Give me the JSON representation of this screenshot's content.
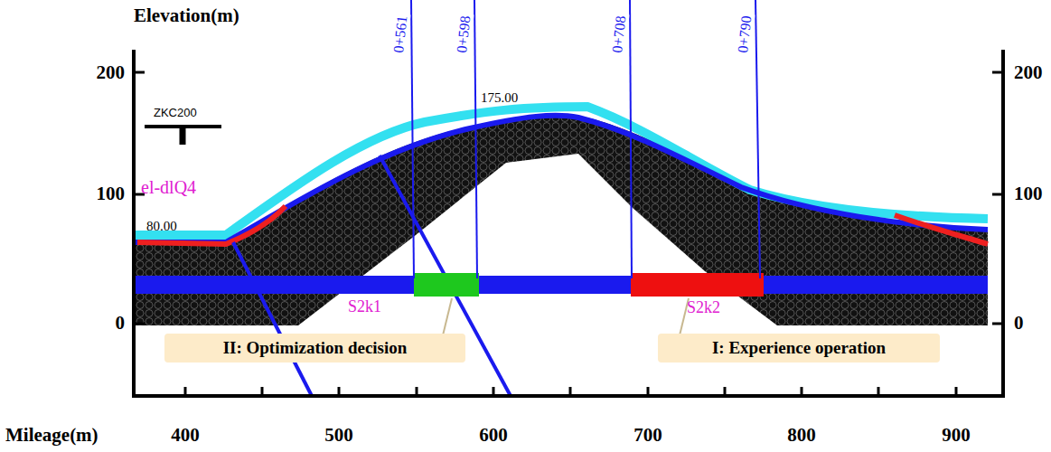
{
  "diagram": {
    "nodes": [
      {
        "text": [
          "II: Optimization decision"
        ]
      },
      {
        "text": [
          "I: Experience operation"
        ]
      }
    ],
    "labels": [
      "Elevation(m)",
      "200",
      "100",
      "0",
      "200",
      "100",
      "0",
      "Mileage(m)",
      "400",
      "500",
      "600",
      "700",
      "800",
      "900",
      "ZKC200",
      "el-dlQ4",
      "80.00",
      "175.00",
      "0+561",
      "0+598",
      "0+708",
      "0+790",
      "S2k1",
      "S2k2"
    ]
  }
}
